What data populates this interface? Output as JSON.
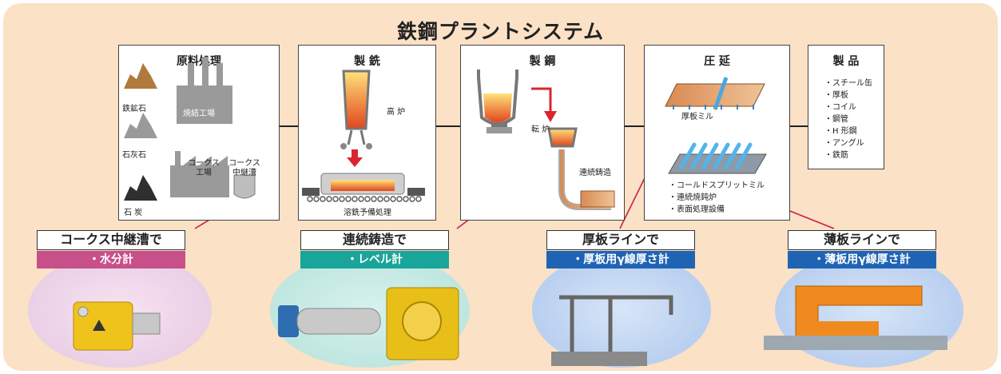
{
  "title": "鉄鋼プラントシステム",
  "colors": {
    "background": "#fbe1c6",
    "line": "#222222",
    "pointer": "#cc1e4a",
    "water_badge": "#c8508a",
    "level_badge": "#19a59a",
    "thick_badge": "#1f64b4",
    "thin_badge": "#1f64b4"
  },
  "stages": {
    "raw": {
      "title": "原料処理",
      "ore": "鉄鉱石",
      "limestone": "石灰石",
      "coal": "石 炭",
      "sinter": "焼結工場",
      "coke_plant": [
        "コークス",
        "工場"
      ],
      "coke_bin": [
        "コークス",
        "中継漕"
      ]
    },
    "iron": {
      "title": "製 銑",
      "furnace": "高 炉",
      "pretreat": "溶銑予備処理"
    },
    "steel": {
      "title": "製 鋼",
      "converter": "転 炉",
      "casting": "連続鋳造"
    },
    "rolling": {
      "title": "圧 延",
      "plate_mill": "厚板ミル",
      "items": [
        "・コールドスプリットミル",
        "・連続焼鈍炉",
        "・表面処理設備"
      ]
    },
    "products": {
      "title": "製 品",
      "items": [
        "・スチール缶",
        "・厚板",
        "・コイル",
        "・鋼管",
        "・H 形鋼",
        "・アングル",
        "・鉄筋"
      ]
    }
  },
  "callouts": [
    {
      "header": "コークス中継漕で",
      "badge": "・水分計"
    },
    {
      "header": "連続鋳造で",
      "badge": "・レベル計"
    },
    {
      "header": "厚板ラインで",
      "badge": "・厚板用γ線厚さ計"
    },
    {
      "header": "薄板ラインで",
      "badge": "・薄板用γ線厚さ計"
    }
  ]
}
